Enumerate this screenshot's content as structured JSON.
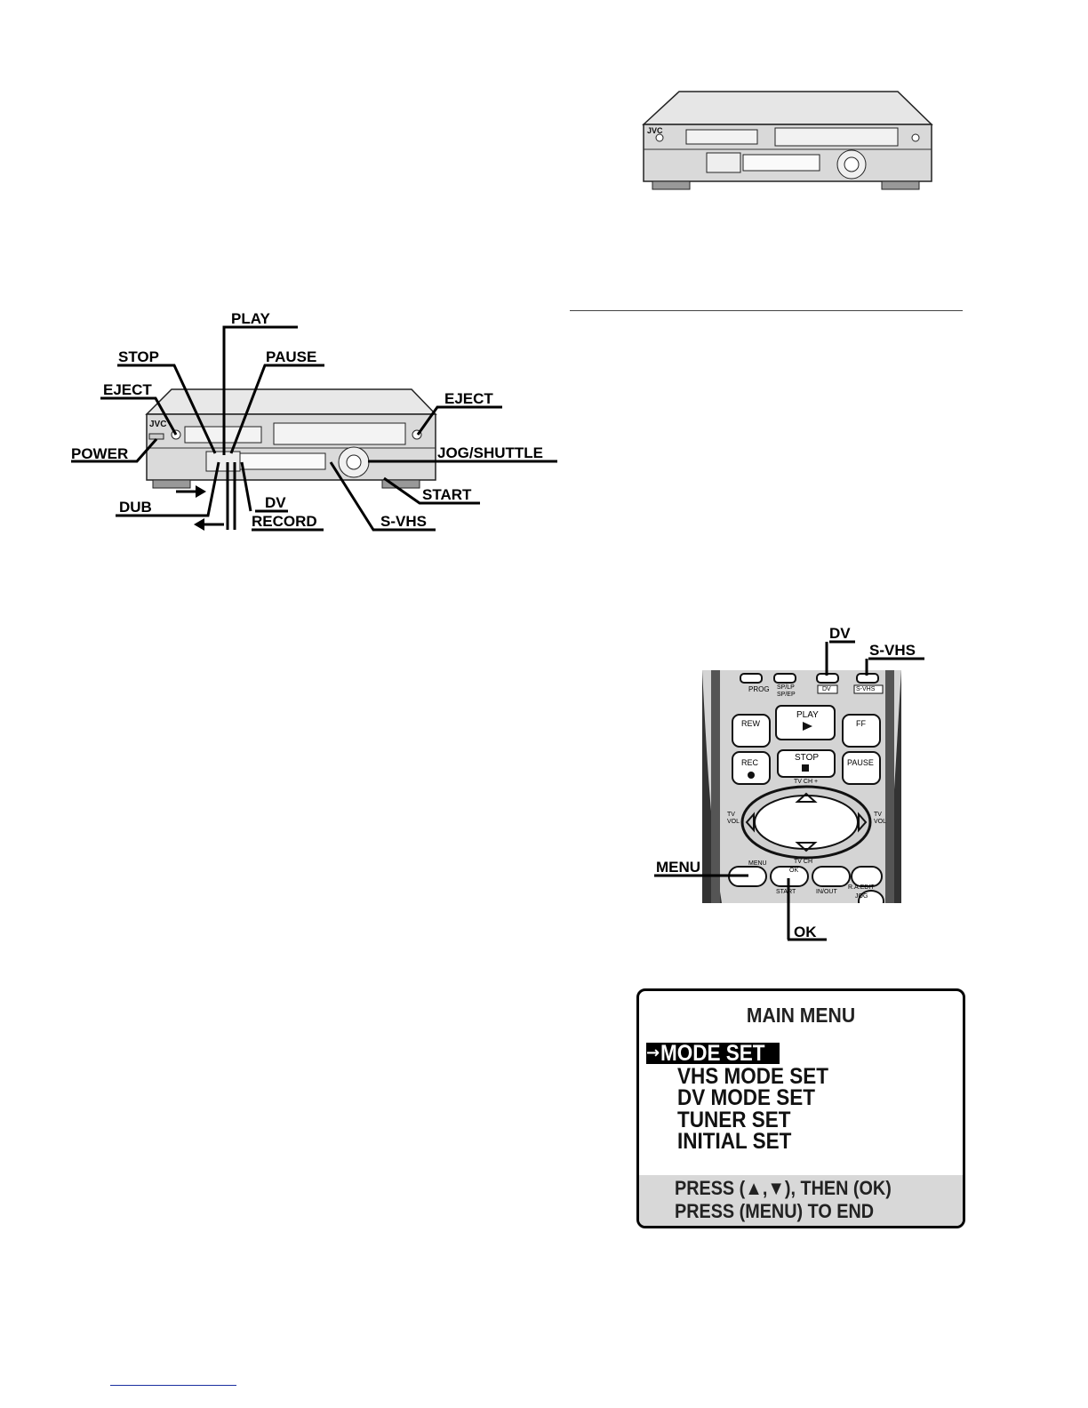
{
  "vcr_front_callouts": {
    "play": "PLAY",
    "stop": "STOP",
    "pause": "PAUSE",
    "eject_left": "EJECT",
    "eject_right": "EJECT",
    "power": "POWER",
    "jog_shuttle": "JOG/SHUTTLE",
    "start": "START",
    "dub": "DUB",
    "dv": "DV",
    "record": "RECORD",
    "s_vhs": "S-VHS"
  },
  "vcr_brand": "JVC",
  "remote_callouts": {
    "dv": "DV",
    "s_vhs": "S-VHS",
    "menu": "MENU",
    "ok": "OK"
  },
  "remote_labels": {
    "prog": "PROG",
    "sp_lp": "SP/LP",
    "sp_ep": "SP/EP",
    "dv": "DV",
    "s_vhs": "S-VHS",
    "rew": "REW",
    "play": "PLAY",
    "ff": "FF",
    "rec": "REC",
    "stop": "STOP",
    "pause": "PAUSE",
    "tv_ch_top": "TV CH +",
    "tv_vol_left": "TV VOL",
    "tv_vol_right": "TV VOL",
    "tv_ch_bottom": "TV CH",
    "menu": "MENU",
    "ok": "OK",
    "start": "START",
    "in_out": "IN/OUT",
    "jog": "JOG",
    "ra_edit": "R.A.EDIT"
  },
  "main_menu": {
    "title": "MAIN MENU",
    "selected_arrow": "→",
    "items": [
      "MODE SET",
      "VHS MODE SET",
      "DV MODE SET",
      "TUNER SET",
      "INITIAL SET"
    ],
    "footer_line1": "PRESS (▲,▼), THEN (OK)",
    "footer_line2": "PRESS (MENU) TO END"
  }
}
